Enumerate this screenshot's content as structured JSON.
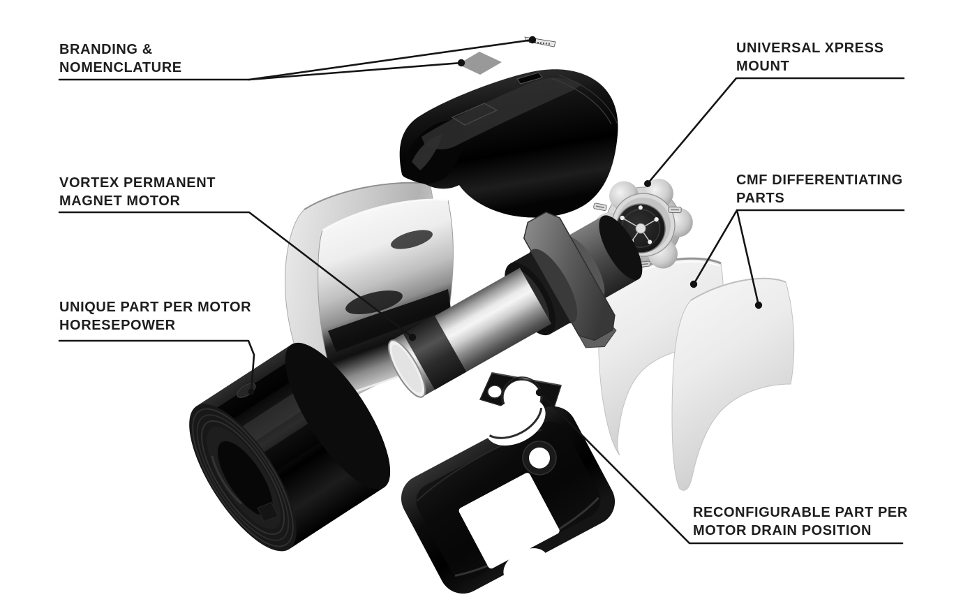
{
  "colors": {
    "background": "#ffffff",
    "label_text": "#1e1e1e",
    "leader_line": "#151515"
  },
  "callouts": {
    "branding": {
      "line1": "BRANDING &",
      "line2": "NOMENCLATURE"
    },
    "universal_mount": {
      "line1": "UNIVERSAL XPRESS",
      "line2": "MOUNT"
    },
    "vortex_motor": {
      "line1": "VORTEX PERMANENT",
      "line2": "MAGNET MOTOR"
    },
    "cmf_parts": {
      "line1": "CMF DIFFERENTIATING",
      "line2": "PARTS"
    },
    "unique_part": {
      "line1": "UNIQUE PART PER MOTOR",
      "line2": "HORESEPOWER"
    },
    "reconfigurable_part": {
      "line1": "RECONFIGURABLE PART PER",
      "line2": "MOTOR DRAIN POSITION"
    }
  },
  "parts": [
    {
      "id": "branding-nameplate"
    },
    {
      "id": "branding-badge"
    },
    {
      "id": "top-cover-shell"
    },
    {
      "id": "brushed-liner-shell"
    },
    {
      "id": "chrome-liner-shell"
    },
    {
      "id": "motor-core-assembly"
    },
    {
      "id": "universal-xpress-mount"
    },
    {
      "id": "cmf-shell-front"
    },
    {
      "id": "cmf-shell-rear"
    },
    {
      "id": "horsepower-ring"
    },
    {
      "id": "drain-plate"
    },
    {
      "id": "bottom-cover-shell"
    }
  ]
}
